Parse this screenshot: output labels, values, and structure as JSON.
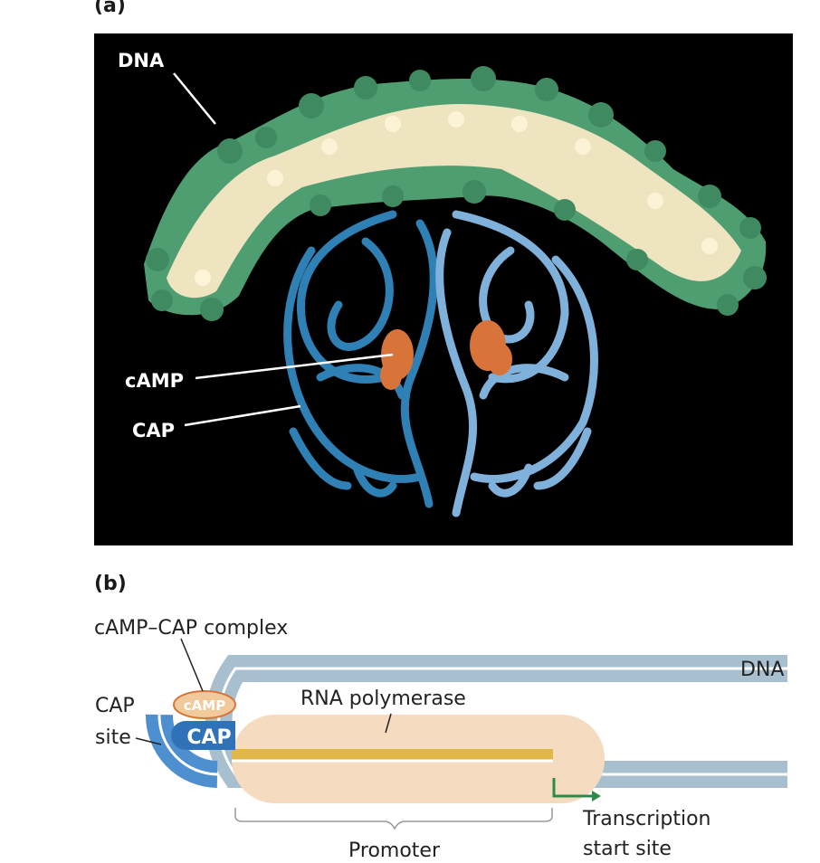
{
  "panel_a": {
    "label": "(a)",
    "labels": {
      "dna": "DNA",
      "camp": "cAMP",
      "cap": "CAP"
    }
  },
  "panel_b": {
    "label": "(b)",
    "labels": {
      "camp_cap_complex": "cAMP–CAP complex",
      "dna": "DNA",
      "cap_site_line1": "CAP",
      "cap_site_line2": "site",
      "rna_polymerase": "RNA polymerase",
      "camp_tag": "cAMP",
      "cap_tag": "CAP",
      "promoter": "Promoter",
      "transcription_line1": "Transcription",
      "transcription_line2": "start site"
    }
  },
  "colors": {
    "background_a": "#000000",
    "dna_backbone": "#4f9e72",
    "dna_bases": "#efe4c0",
    "cap_protein_dark": "#2f80b5",
    "cap_protein_light": "#7fb1db",
    "camp": "#d8743a",
    "dna_diagram": "#a8bfd0",
    "cap_diagram": "#2f72b8",
    "camp_diagram": "#f2c99a",
    "polymerase": "#f5dcc0",
    "promoter_band": "#e0b84a",
    "arrow": "#2e8a4a"
  }
}
